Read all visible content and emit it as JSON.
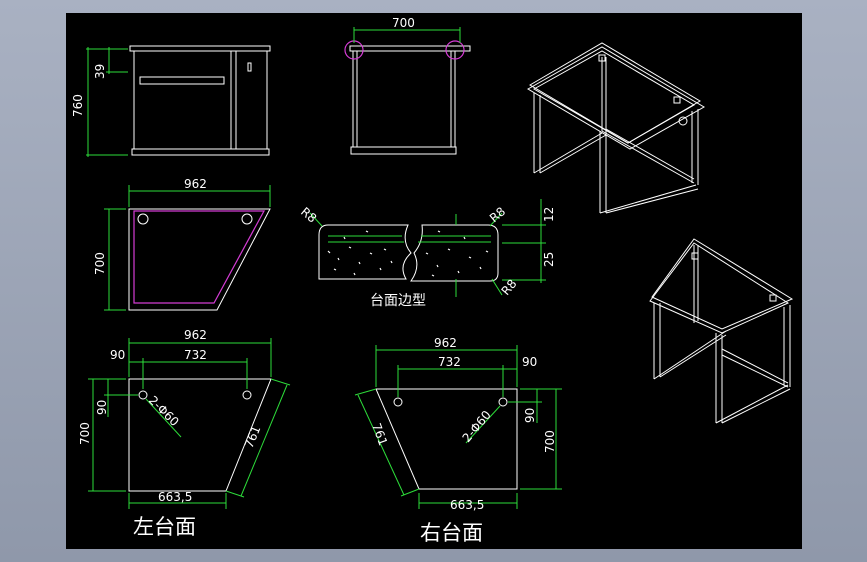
{
  "colors": {
    "background": "#000000",
    "outline": "#ffffff",
    "dimension": "#2ddc3a",
    "highlight": "#d43cd4",
    "frame": "#9aa4b6"
  },
  "front_view": {
    "height": "760",
    "top_offset": "39"
  },
  "side_view": {
    "width": "700"
  },
  "top_view": {
    "width": "962",
    "depth": "700"
  },
  "edge_profile": {
    "radius_top_left": "R8",
    "radius_top_right": "R8",
    "radius_bottom_right": "R8",
    "thickness_top": "12",
    "thickness_mid": "25",
    "label": "台面边型"
  },
  "left_top": {
    "overall": "962",
    "hole_offset": "90",
    "hole_span": "732",
    "depth": "700",
    "hole_depth": "90",
    "holes": "2-Φ60",
    "slant": "761",
    "bottom": "663,5",
    "label": "左台面"
  },
  "right_top": {
    "overall": "962",
    "hole_span": "732",
    "hole_offset": "90",
    "depth": "700",
    "hole_depth": "90",
    "holes": "2-Φ60",
    "slant": "761",
    "bottom": "663,5",
    "label": "右台面"
  }
}
